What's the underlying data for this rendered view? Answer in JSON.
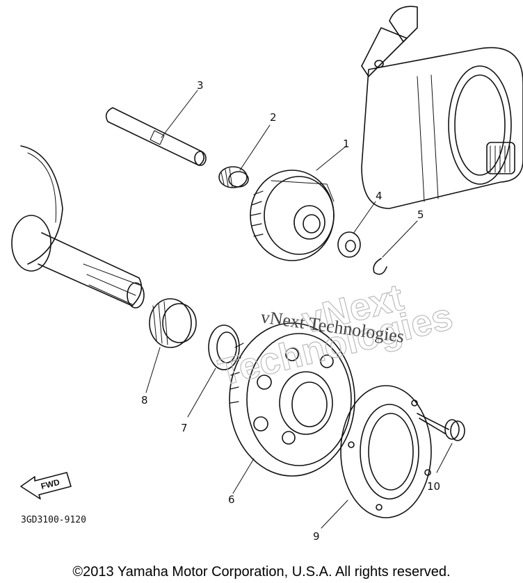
{
  "diagram": {
    "callouts": [
      {
        "id": "1",
        "label": "1"
      },
      {
        "id": "2",
        "label": "2"
      },
      {
        "id": "3",
        "label": "3"
      },
      {
        "id": "4",
        "label": "4"
      },
      {
        "id": "5",
        "label": "5"
      },
      {
        "id": "6",
        "label": "6"
      },
      {
        "id": "7",
        "label": "7"
      },
      {
        "id": "8",
        "label": "8"
      },
      {
        "id": "9",
        "label": "9"
      },
      {
        "id": "10",
        "label": "10"
      }
    ],
    "part_code": "3GD3100-9120",
    "fwd_label": "FWD"
  },
  "watermark": {
    "large_line1": "vNext",
    "large_line2": "Technologies",
    "small_line": "vNext Technologies"
  },
  "copyright": "©2013 Yamaha Motor Corporation, U.S.A. All rights reserved."
}
